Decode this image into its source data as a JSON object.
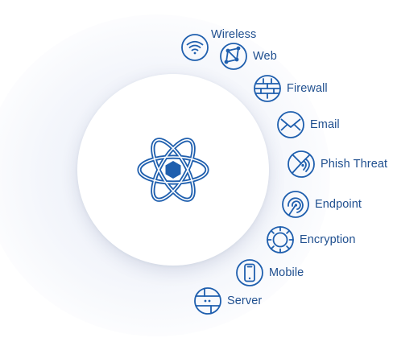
{
  "theme": {
    "accent": "#1f5fae",
    "label_color": "#1f4f8f"
  },
  "center": {
    "icon": "atom-icon"
  },
  "items": [
    {
      "label": "Wireless",
      "icon": "wifi-icon"
    },
    {
      "label": "Web",
      "icon": "globe-icon"
    },
    {
      "label": "Firewall",
      "icon": "brick-wall-icon"
    },
    {
      "label": "Email",
      "icon": "envelope-icon"
    },
    {
      "label": "Phish Threat",
      "icon": "hook-icon"
    },
    {
      "label": "Endpoint",
      "icon": "endpoint-icon"
    },
    {
      "label": "Encryption",
      "icon": "encryption-icon"
    },
    {
      "label": "Mobile",
      "icon": "phone-icon"
    },
    {
      "label": "Server",
      "icon": "server-icon"
    }
  ]
}
